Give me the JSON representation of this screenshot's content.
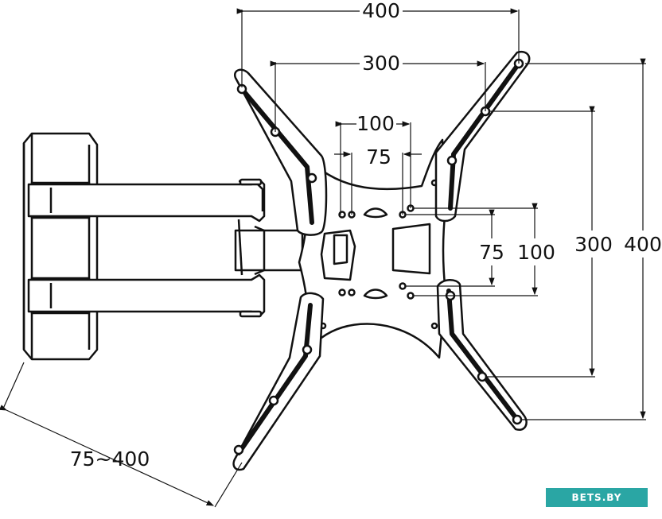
{
  "dimensions": {
    "top_outer": "400",
    "top_middle": "300",
    "top_inner": "100",
    "top_smallest": "75",
    "right_outer": "400",
    "right_middle": "300",
    "right_inner": "100",
    "right_smallest": "75",
    "arm_extension": "75~400"
  },
  "watermark": {
    "text": "BETS.BY"
  },
  "colors": {
    "line": "#111111",
    "background": "#ffffff",
    "watermark_bg": "#2aa6a4"
  }
}
